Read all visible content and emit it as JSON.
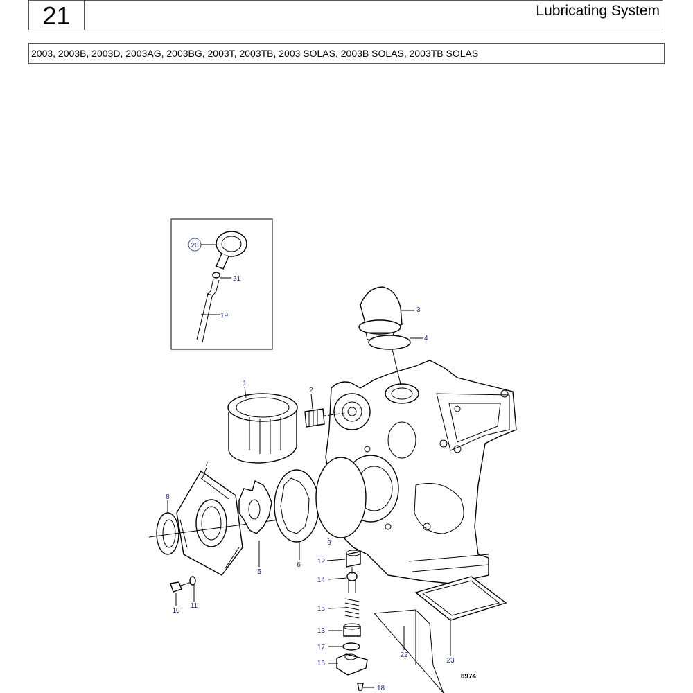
{
  "header": {
    "section_number": "21",
    "section_title": "Lubricating System"
  },
  "models": "2003, 2003B, 2003D, 2003AG, 2003BG, 2003T, 2003TB, 2003 SOLAS, 2003B SOLAS, 2003TB SOLAS",
  "diagram": {
    "figure_number": "6974",
    "callouts": [
      "1",
      "2",
      "3",
      "4",
      "5",
      "6",
      "7",
      "8",
      "9",
      "10",
      "11",
      "12",
      "13",
      "14",
      "15",
      "16",
      "17",
      "18",
      "19",
      "20",
      "21",
      "22",
      "23"
    ]
  }
}
